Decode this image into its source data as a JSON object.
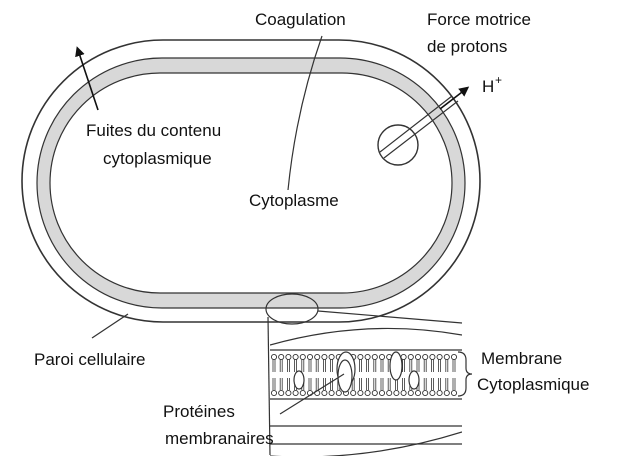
{
  "labels": {
    "coagulation": "Coagulation",
    "force_motrice_line1": "Force motrice",
    "force_motrice_line2": "de protons",
    "proton": "H",
    "proton_sup": "+",
    "fuites_line1": "Fuites du contenu",
    "fuites_line2": "cytoplasmique",
    "cytoplasme": "Cytoplasme",
    "paroi": "Paroi cellulaire",
    "membrane_line1": "Membrane",
    "membrane_line2": "Cytoplasmique",
    "proteines_line1": "Protéines",
    "proteines_line2": "membranaires"
  },
  "colors": {
    "stroke": "#333333",
    "membrane_band": "#d8d8d8",
    "background": "#ffffff"
  },
  "icons": [
    "arrow-up-left-icon",
    "arrow-up-right-icon"
  ]
}
